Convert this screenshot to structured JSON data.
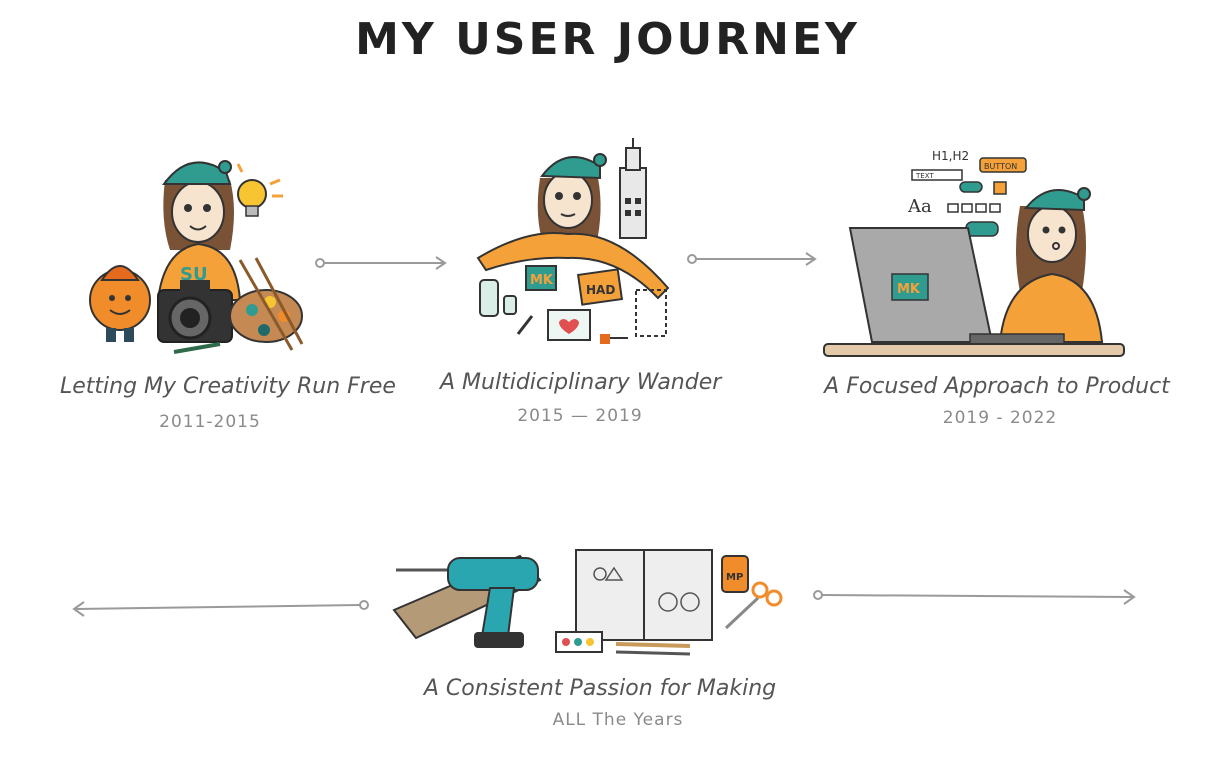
{
  "title": "MY USER JOURNEY",
  "colors": {
    "hat": "#2f9c8f",
    "shirt": "#f4a13a",
    "hair": "#7a5235",
    "arrow": "#9a9a9a",
    "laptop": "#a9a9a9"
  },
  "stages": [
    {
      "label": "Letting My Creativity Run Free",
      "years": "2011-2015",
      "icon": "creative-person-icon"
    },
    {
      "label": "A Multidiciplinary Wander",
      "years": "2015 — 2019",
      "icon": "multidisciplinary-person-icon"
    },
    {
      "label": "A Focused Approach to Product",
      "years": "2019 - 2022",
      "icon": "laptop-person-icon"
    },
    {
      "label": "A Consistent Passion for Making",
      "years": "ALL The Years",
      "icon": "making-tools-icon"
    }
  ],
  "ui_sketch": {
    "heading": "H1,H2",
    "button": "BUTTON",
    "text_field": "TEXT",
    "font_sample": "Aa",
    "logo_letters": "MK"
  },
  "school_badge": "SU",
  "board_text": "HAD",
  "jar_label": "MP"
}
